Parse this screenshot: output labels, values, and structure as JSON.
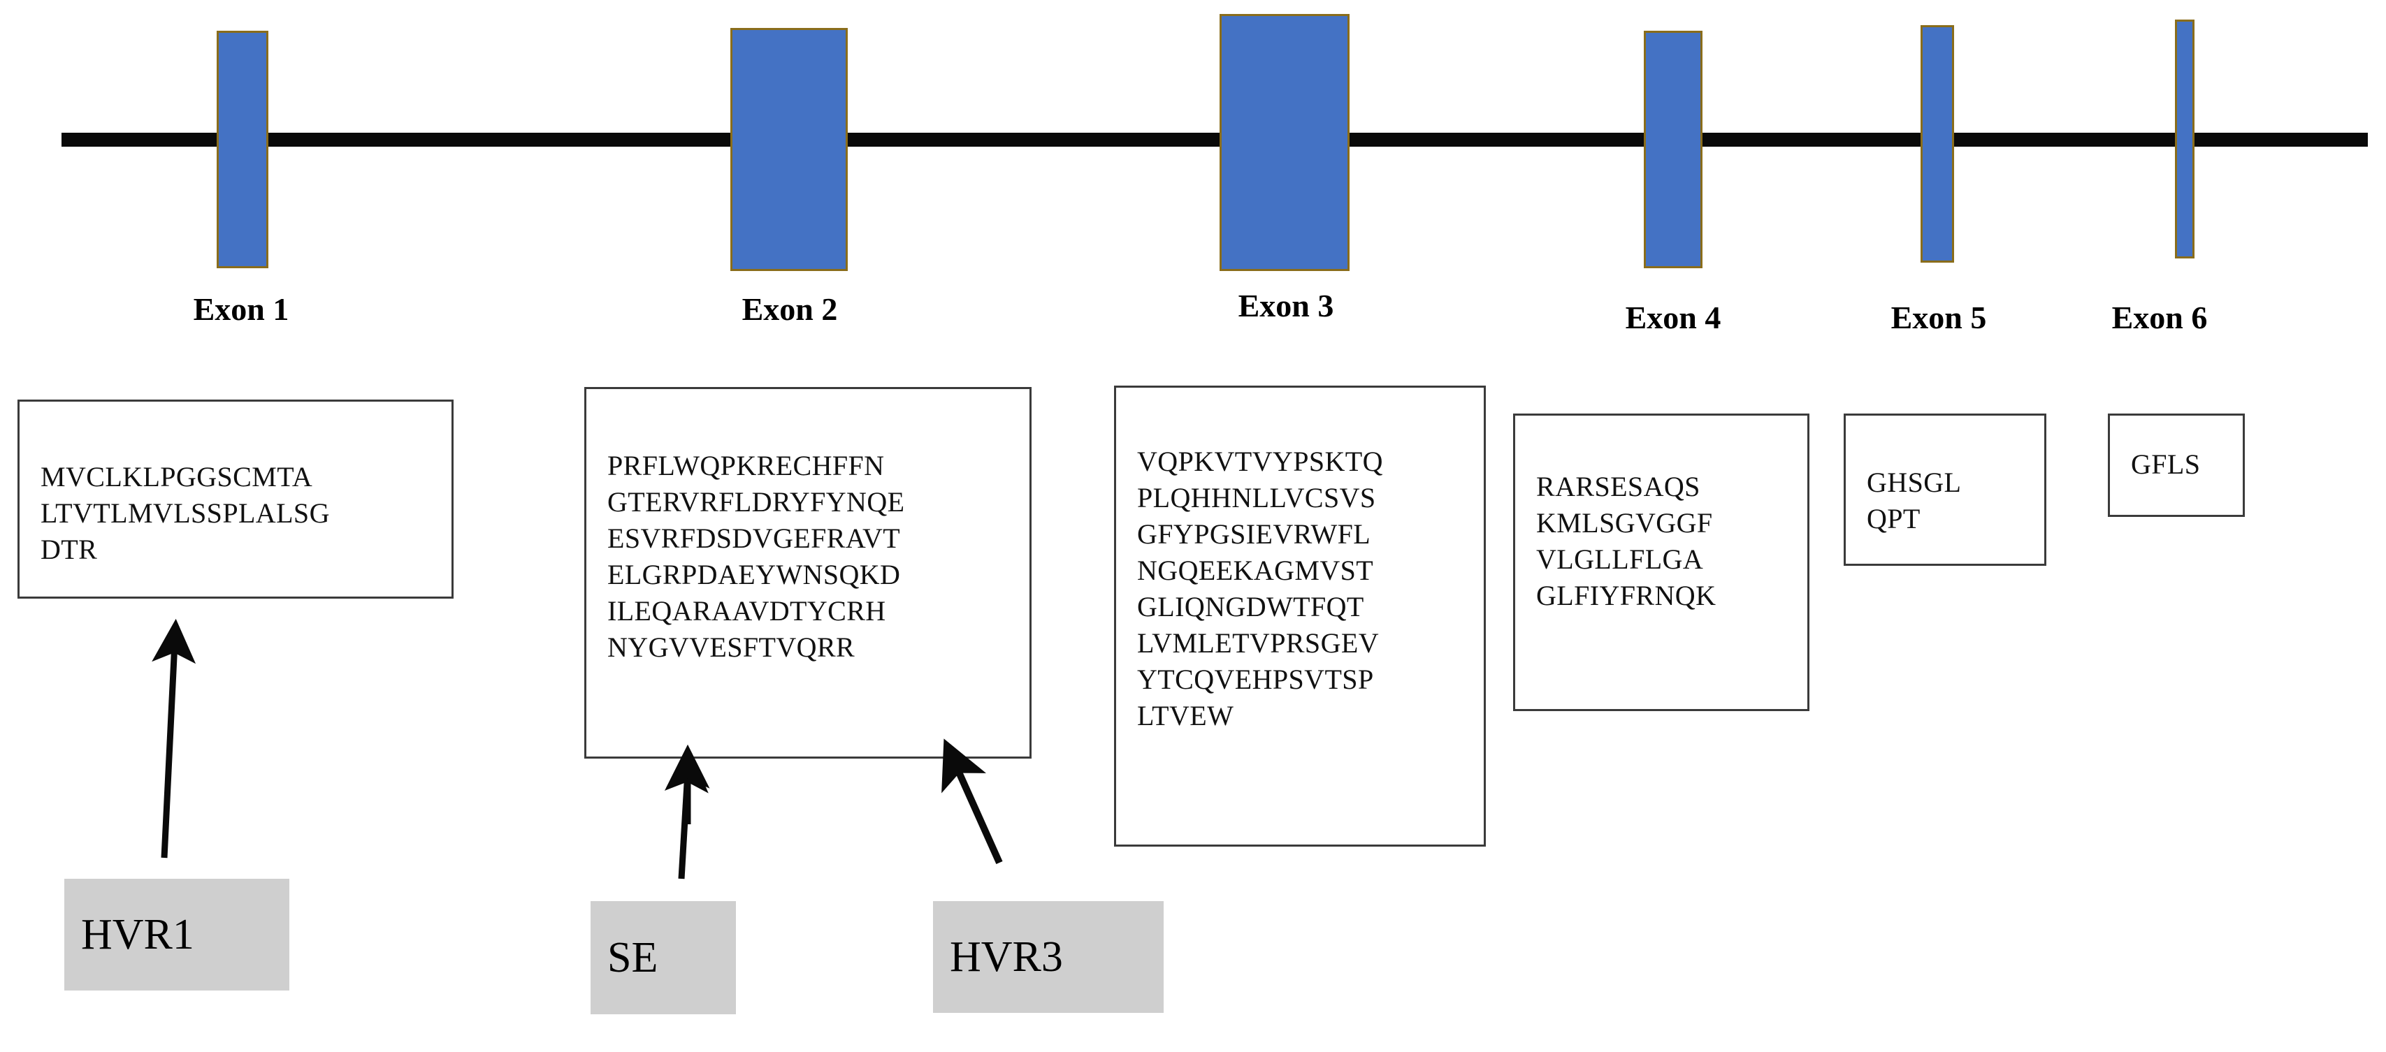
{
  "diagram": {
    "title": "Gene exon structure with translated peptide sequences",
    "backbone_color": "#0a0a0a",
    "exon_fill_color": "#4472C4",
    "exon_border_color": "#8a6d1b",
    "seq_box_border_color": "#3b3b3b",
    "region_box_fill_color": "#cfcfcf"
  },
  "exons": [
    {
      "label": "Exon 1",
      "sequence": "MVCLKLPGGSCMTA\nLTVTLMVLSSPLALSG\nDTR"
    },
    {
      "label": "Exon 2",
      "sequence": "PRFLWQPKRECHFFN\nGTERVRFLDRYFYNQE\nESVRFDSDVGEFRAVT\nELGRPDAEYWNSQKD\nILEQARAAVDTYCRH\nNYGVVESFTVQRR"
    },
    {
      "label": "Exon 3",
      "sequence": "VQPKVTVYPSKTQ\nPLQHHNLLVCSVS\nGFYPGSIEVRWFL\nNGQEEKAGMVST\nGLIQNGDWTFQT\nLVMLETVPRSGEV\nYTCQVEHPSVTSP\nLTVEW"
    },
    {
      "label": "Exon 4",
      "sequence": "RARSESAQS\nKMLSGVGGF\nVLGLLFLGA\nGLFIYFRNQK"
    },
    {
      "label": "Exon 5",
      "sequence": "GHSGL\nQPT"
    },
    {
      "label": "Exon 6",
      "sequence": "GFLS"
    }
  ],
  "regions": [
    {
      "label": "HVR1",
      "points_to": "Exon 1"
    },
    {
      "label": "SE",
      "points_to": "Exon 2"
    },
    {
      "label": "HVR3",
      "points_to": "Exon 2"
    }
  ]
}
